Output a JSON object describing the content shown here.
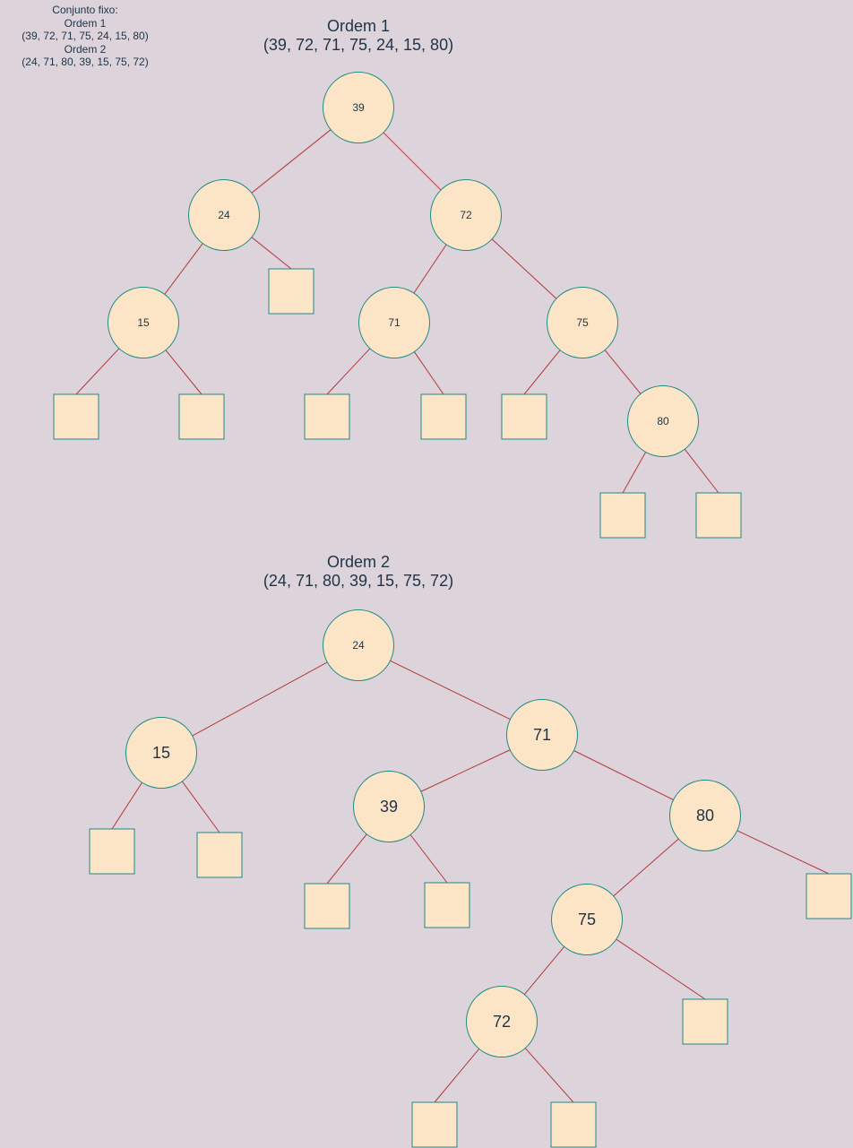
{
  "note": {
    "heading": "Conjunto fixo:",
    "order1_label": "Ordem 1",
    "order1_seq": "(39, 72, 71, 75, 24, 15, 80)",
    "order2_label": "Ordem 2",
    "order2_seq": "(24, 71, 80, 39, 15, 75, 72)"
  },
  "tree1": {
    "title": "Ordem 1",
    "sequence": "(39, 72, 71, 75, 24, 15, 80)",
    "nodes": {
      "n39": "39",
      "n24": "24",
      "n72": "72",
      "n15": "15",
      "n71": "71",
      "n75": "75",
      "n80": "80"
    }
  },
  "tree2": {
    "title": "Ordem 2",
    "sequence": "(24, 71, 80, 39, 15, 75, 72)",
    "nodes": {
      "n24": "24",
      "n15": "15",
      "n71": "71",
      "n39": "39",
      "n80": "80",
      "n75": "75",
      "n72": "72"
    }
  },
  "colors": {
    "background": "#dcd3db",
    "node_fill": "#fce5c6",
    "node_stroke": "#1f8b84",
    "edge": "#b5383a",
    "text": "#1f3347"
  }
}
